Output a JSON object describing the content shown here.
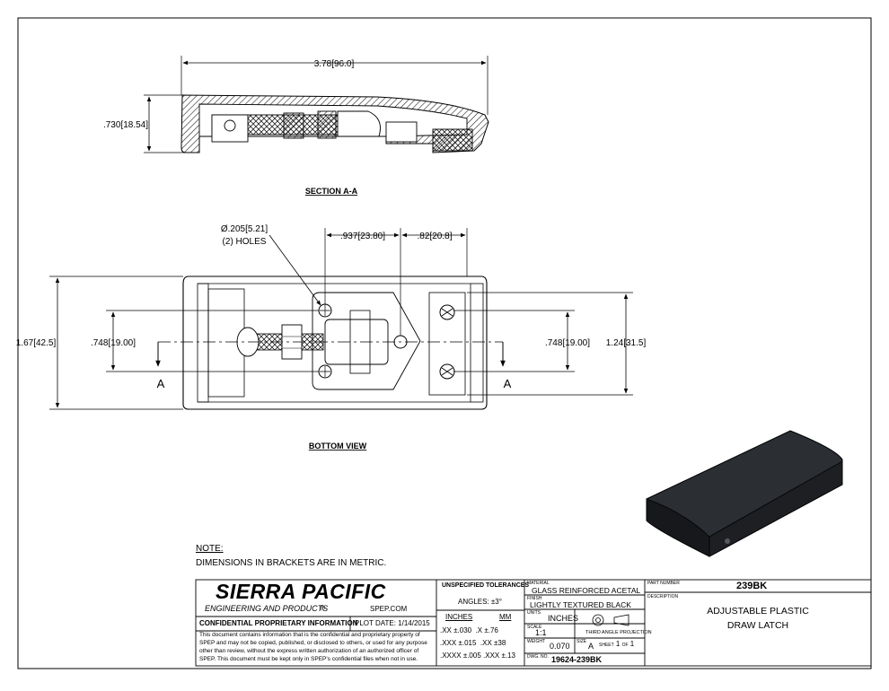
{
  "views": {
    "section_label": "SECTION A-A",
    "bottom_label": "BOTTOM VIEW",
    "section_marker": "A"
  },
  "dimensions": {
    "overall_length": "3.78",
    "overall_length_mm": "96.0",
    "section_height": ".730",
    "section_height_mm": "18.54",
    "hole_dia": "Ø.205",
    "hole_dia_mm": "5.21",
    "hole_count": "(2) HOLES",
    "hole_spacing_x": ".937",
    "hole_spacing_x_mm": "23.80",
    "tip_offset": ".82",
    "tip_offset_mm": "20.8",
    "overall_width": "1.67",
    "overall_width_mm": "42.5",
    "hole_spacing_y_left": ".748",
    "hole_spacing_y_left_mm": "19.00",
    "hole_spacing_y_right": ".748",
    "hole_spacing_y_right_mm": "19.00",
    "inner_width": "1.24",
    "inner_width_mm": "31.5"
  },
  "note": {
    "heading": "NOTE:",
    "text": "DIMENSIONS IN BRACKETS ARE IN METRIC."
  },
  "title_block": {
    "company": "SIERRA PACIFIC",
    "company_sub": "ENGINEERING AND PRODUCTS",
    "registered": "®",
    "website": "SPEP.COM",
    "confidential_title": "CONFIDENTIAL PROPRIETARY INFORMATION",
    "plot_date": "PLOT DATE: 1/14/2015",
    "confidential_text": [
      "This document contains information that is the confidential and proprietary property of",
      "SPEP and may not be copied, published, or disclosed to others, or used for any purpose",
      "other than review, without the express written authorization of an authorized officer of",
      "SPEP. This document must be kept only in SPEP's confidential files when not in use."
    ],
    "tolerances_title": "UNSPECIFIED TOLERANCES",
    "angles": "ANGLES: ±3°",
    "inches_header": "INCHES",
    "mm_header": "MM",
    "tol_rows": [
      {
        "in_fmt": ".XX",
        "in_val": "±.030",
        "mm_fmt": ".X",
        "mm_val": "±.76"
      },
      {
        "in_fmt": ".XXX",
        "in_val": "±.015",
        "mm_fmt": ".XX",
        "mm_val": "±38"
      },
      {
        "in_fmt": ".XXXX",
        "in_val": "±.005",
        "mm_fmt": ".XXX",
        "mm_val": "±.13"
      }
    ],
    "material_label": "MATERIAL",
    "material": "GLASS REINFORCED ACETAL",
    "finish_label": "FINISH",
    "finish": "LIGHTLY TEXTURED BLACK",
    "units_label": "UNITS",
    "units": "INCHES",
    "scale_label": "SCALE",
    "scale": "1:1",
    "projection": "THIRD ANGLE PROJECTION",
    "weight_label": "WEIGHT",
    "weight": "0.070",
    "size_label": "SIZE",
    "size": "A",
    "sheet_label": "SHEET",
    "sheet_num": "1",
    "sheet_of": "OF",
    "sheet_total": "1",
    "dwg_label": "DWG. NO.",
    "dwg_no": "19624-239BK",
    "part_label": "PART NUMBER",
    "part_no": "239BK",
    "description_label": "DESCRIPTION",
    "description_line1": "ADJUSTABLE PLASTIC",
    "description_line2": "DRAW LATCH"
  },
  "colors": {
    "line": "#000000",
    "hatch": "#222222",
    "iso_top": "#2b2e33",
    "iso_side": "#16181c"
  }
}
